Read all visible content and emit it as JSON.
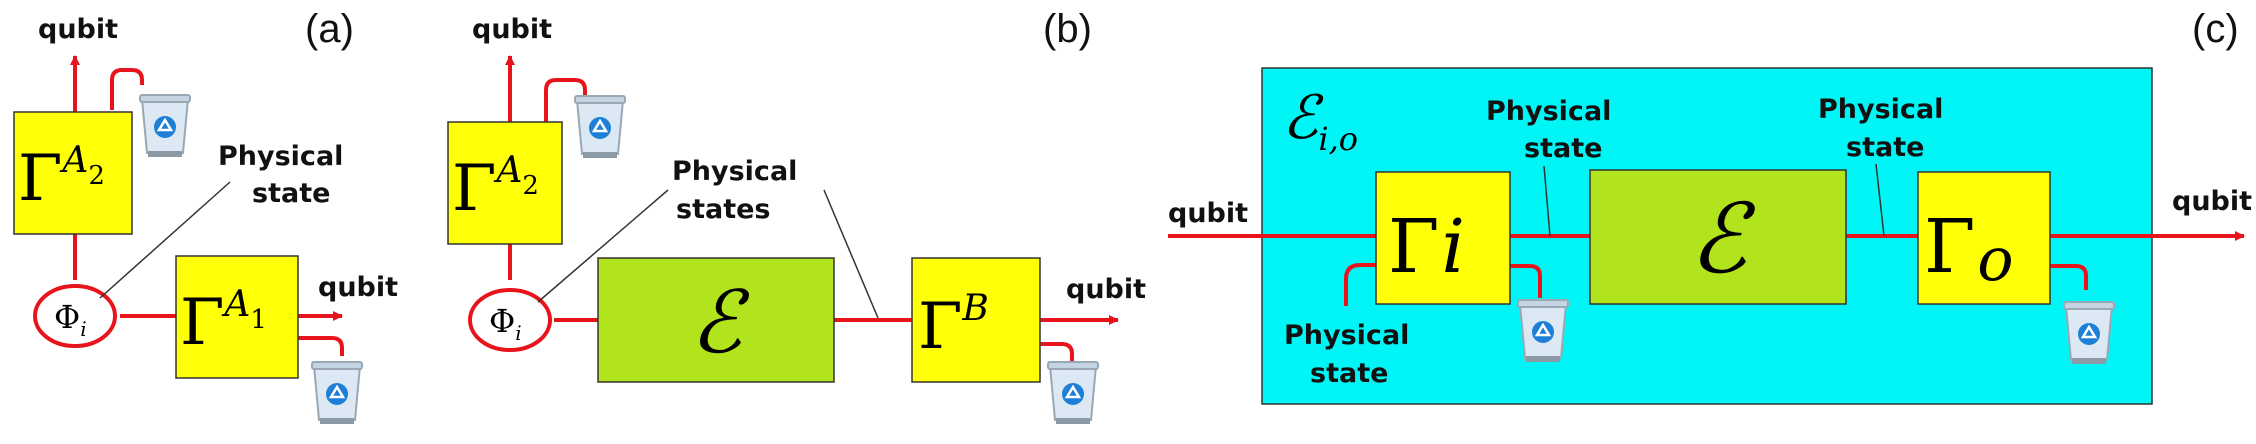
{
  "colors": {
    "wire": "#e8141b",
    "gate_fill": "#ffff06",
    "channel_fill": "#b2e41d",
    "panel_c_background": "#00f6f6",
    "trash_body": "#dce9f4",
    "recycle_symbol": "#1e7fd6"
  },
  "icons": [
    "trash-bin-icon",
    "recycle-icon",
    "arrow-head-icon"
  ],
  "panel_a": {
    "label": "(a)",
    "qubit_top": "qubit",
    "qubit_right": "qubit",
    "physical_state": [
      "Physical",
      "state"
    ],
    "gate_top": {
      "base": "Γ",
      "sup": "A",
      "sub": "2"
    },
    "gate_right": {
      "base": "Γ",
      "sup": "A",
      "sub": "1"
    },
    "source": {
      "base": "Φ",
      "sub": "i"
    }
  },
  "panel_b": {
    "label": "(b)",
    "qubit_top": "qubit",
    "qubit_right": "qubit",
    "physical_states": [
      "Physical",
      "states"
    ],
    "gate_top": {
      "base": "Γ",
      "sup": "A",
      "sub": "2"
    },
    "gate_right": {
      "base": "Γ",
      "sup": "B"
    },
    "channel": "ℰ",
    "source": {
      "base": "Φ",
      "sub": "i"
    }
  },
  "panel_c": {
    "label": "(c)",
    "qubit_in": "qubit",
    "qubit_out": "qubit",
    "physical_state_1": [
      "Physical",
      "state"
    ],
    "physical_state_2": [
      "Physical",
      "state"
    ],
    "physical_state_3": [
      "Physical",
      "state"
    ],
    "title": {
      "base": "ℰ",
      "sub": "i,o"
    },
    "gate_in": {
      "base": "Γ",
      "sub": "i"
    },
    "gate_out": {
      "base": "Γ",
      "sub": "o"
    },
    "channel": "ℰ"
  }
}
